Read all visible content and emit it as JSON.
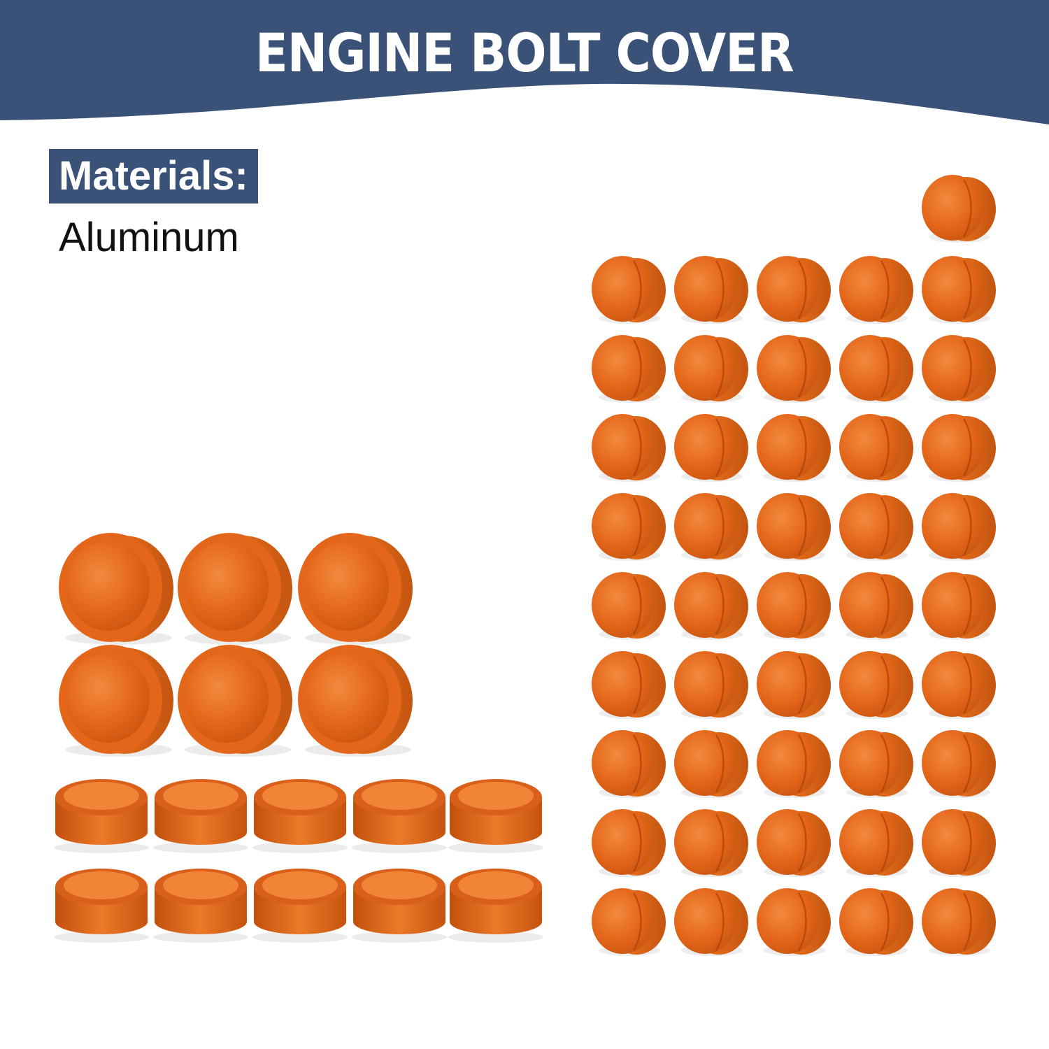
{
  "title": "ENGINE BOLT COVER",
  "materials": {
    "label": "Materials:",
    "value": "Aluminum"
  },
  "colors": {
    "banner": "#3a5178",
    "cap_body": "#e06a1a",
    "cap_top": "#f07d2a",
    "cap_shadow": "#b94d0c"
  },
  "product_groups": [
    {
      "name": "large front-facing caps",
      "count": 6
    },
    {
      "name": "short wide caps",
      "count": 10
    },
    {
      "name": "small side-view caps",
      "count": 46
    }
  ]
}
